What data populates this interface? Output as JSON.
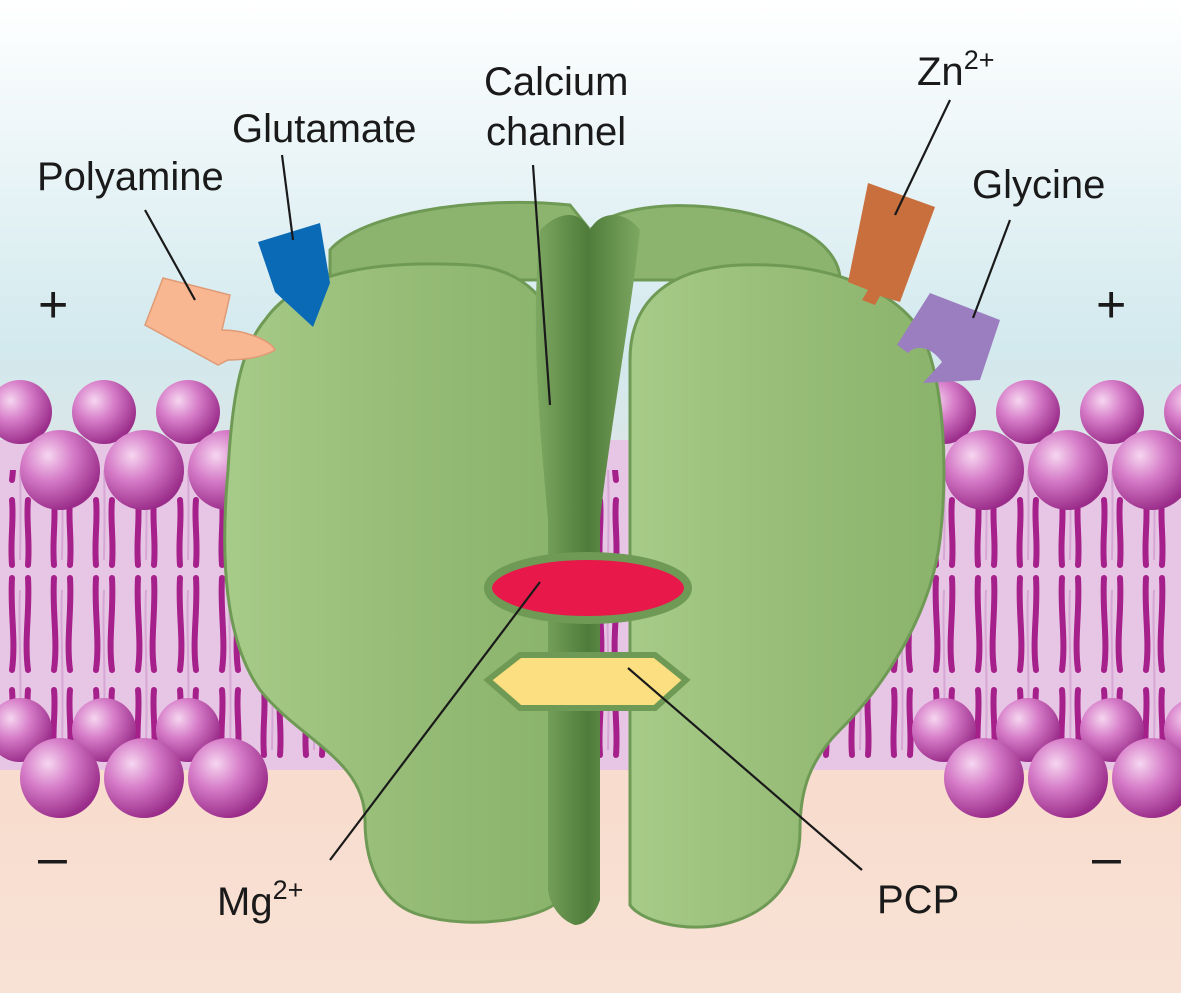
{
  "labels": {
    "polyamine": "Polyamine",
    "glutamate": "Glutamate",
    "calcium_line1": "Calcium",
    "calcium_line2": "channel",
    "zn_base": "Zn",
    "zn_sup": "2+",
    "glycine": "Glycine",
    "mg_base": "Mg",
    "mg_sup": "2+",
    "pcp": "PCP",
    "plus_left": "+",
    "plus_right": "+",
    "minus_left": "–",
    "minus_right": "–"
  },
  "colors": {
    "extracellular": "#d2e9ee",
    "intracellular": "#f8dccd",
    "membrane_core": "#e7c6e5",
    "lipid_head": "#c45bb4",
    "lipid_tail": "#a5208a",
    "protein": "#97bd78",
    "protein_dark": "#6f9a55",
    "protein_outline": "#5c8448",
    "channel": "#5e8a46",
    "mg_site": "#e8194a",
    "pcp_site": "#fcdf80",
    "polyamine": "#f8b791",
    "glutamate": "#0a6ab6",
    "zinc": "#c96f3d",
    "glycine": "#9b7ec0"
  }
}
